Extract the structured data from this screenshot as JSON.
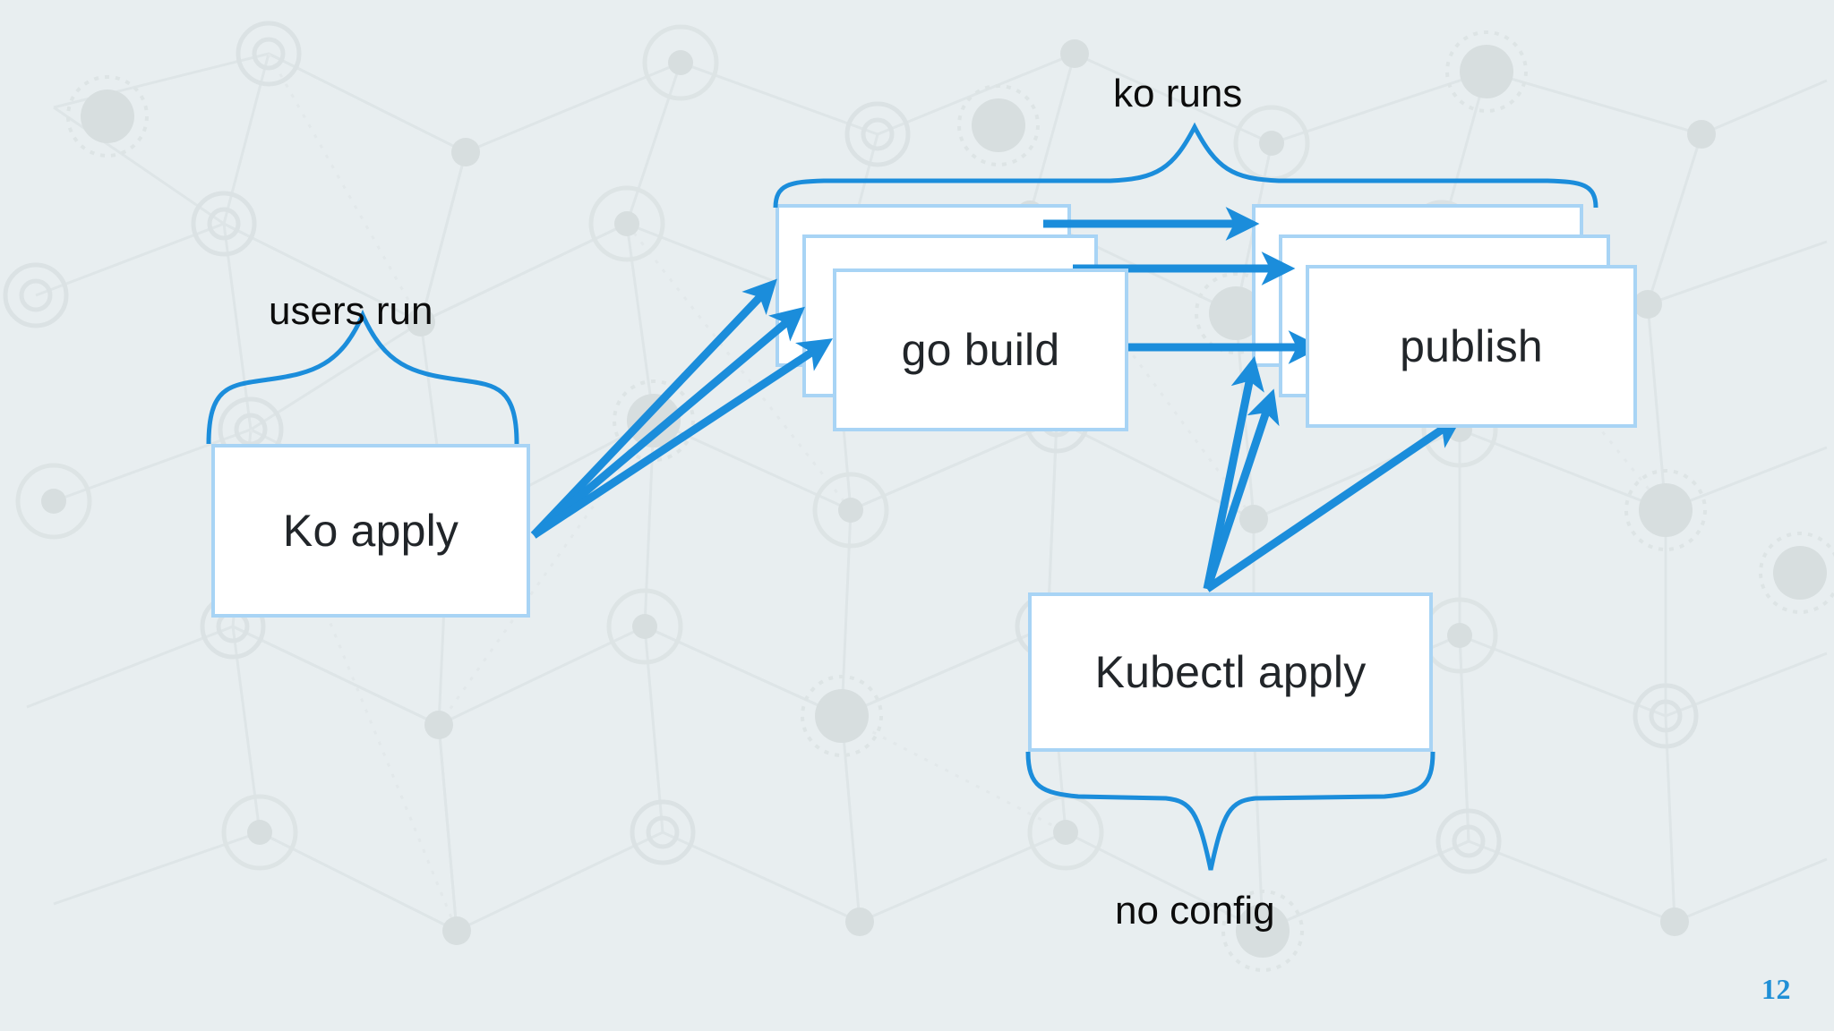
{
  "slide": {
    "page_number": "12",
    "background_color": "#e8eef0",
    "accent_color": "#1b8ddb",
    "box_border_color": "#a8d4f5",
    "box_fill_color": "#ffffff",
    "text_color": "#212529",
    "page_number_color": "#1f8fd6"
  },
  "diagram": {
    "type": "flow-diagram",
    "nodes": [
      {
        "id": "ko-apply",
        "label": "Ko apply",
        "stacked": false,
        "stack_count": 1
      },
      {
        "id": "go-build",
        "label": "go build",
        "stacked": true,
        "stack_count": 3
      },
      {
        "id": "publish",
        "label": "publish",
        "stacked": true,
        "stack_count": 3
      },
      {
        "id": "kubectl-apply",
        "label": "Kubectl apply",
        "stacked": false,
        "stack_count": 1
      }
    ],
    "annotations": [
      {
        "id": "users-run",
        "label": "users run",
        "brace": "over",
        "targets": [
          "ko-apply"
        ]
      },
      {
        "id": "ko-runs",
        "label": "ko runs",
        "brace": "over",
        "targets": [
          "go-build",
          "publish"
        ]
      },
      {
        "id": "no-config",
        "label": "no config",
        "brace": "under",
        "targets": [
          "kubectl-apply"
        ]
      }
    ],
    "edges": [
      {
        "from": "ko-apply",
        "to": "go-build",
        "index": 1
      },
      {
        "from": "ko-apply",
        "to": "go-build",
        "index": 2
      },
      {
        "from": "ko-apply",
        "to": "go-build",
        "index": 3
      },
      {
        "from": "go-build",
        "to": "publish",
        "index": 1
      },
      {
        "from": "go-build",
        "to": "publish",
        "index": 2
      },
      {
        "from": "go-build",
        "to": "publish",
        "index": 3
      },
      {
        "from": "kubectl-apply",
        "to": "publish",
        "index": 1
      },
      {
        "from": "kubectl-apply",
        "to": "publish",
        "index": 2
      },
      {
        "from": "kubectl-apply",
        "to": "publish",
        "index": 3
      }
    ]
  }
}
